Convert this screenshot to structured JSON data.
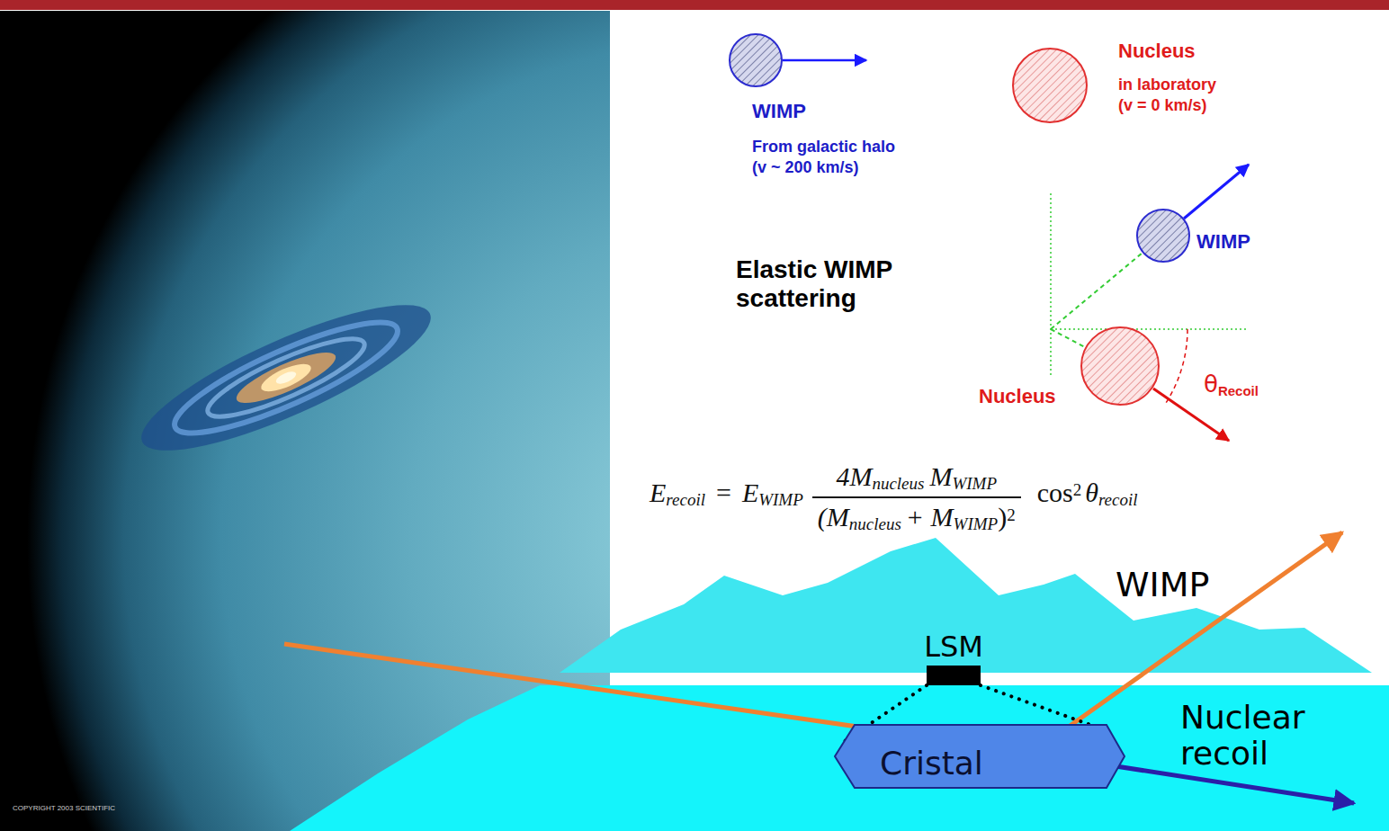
{
  "diagram": {
    "nodes": [
      {
        "text": [
          "WIMP",
          "From galactic halo (v ~ 200 km/s)"
        ]
      },
      {
        "text": [
          "Nucleus",
          "in laboratory (v = 0 km/s)"
        ]
      },
      {
        "text": [
          "WIMP"
        ]
      },
      {
        "text": [
          "Nucleus"
        ]
      },
      {
        "text": [
          "LSM"
        ]
      },
      {
        "text": [
          "Cristal"
        ]
      }
    ],
    "edges": [
      {
        "from": 4,
        "to": 5,
        "arrow": "none"
      },
      {
        "from": 4,
        "to": 5,
        "arrow": "none"
      }
    ],
    "labels": [
      "Elastic WIMP scattering",
      "θ",
      "Recoil",
      "E",
      "recoil",
      "=",
      "E",
      "WIMP",
      "4M",
      "nucleus",
      "M",
      "WIMP",
      "(M",
      "nucleus",
      "+ M",
      "WIMP",
      ")",
      "2",
      "cos",
      "2",
      "θ",
      "recoil",
      "WIMP",
      "Nuclear recoil",
      "COPYRIGHT 2003 SCIENTIFIC"
    ]
  }
}
